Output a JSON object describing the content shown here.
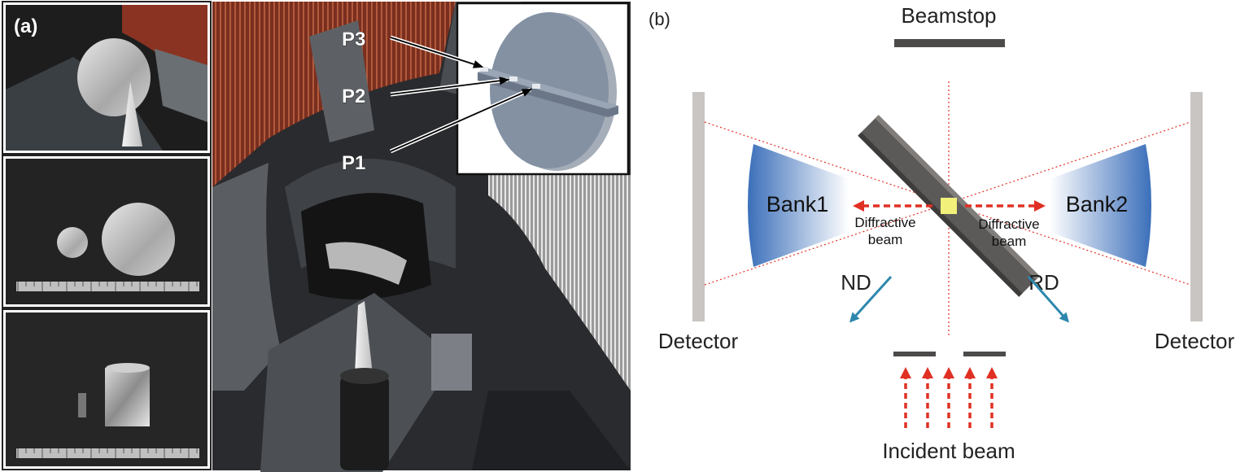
{
  "panel_a": {
    "label": "(a)",
    "callouts": [
      "P3",
      "P2",
      "P1"
    ]
  },
  "panel_b": {
    "label": "(b)",
    "beamstop": "Beamstop",
    "detector_left": "Detector",
    "detector_right": "Detector",
    "bank1": "Bank1",
    "bank2": "Bank2",
    "diffractive_left": [
      "Diffractive",
      "beam"
    ],
    "diffractive_right": [
      "Diffractive",
      "beam"
    ],
    "nd": "ND",
    "rd": "RD",
    "incident": "Incident beam"
  },
  "colors": {
    "bank_blue": "#3f74c0",
    "arrow_red": "#e03024",
    "axis_arrow": "#2d87ad",
    "detector_gray": "#c9c5c2",
    "sample_gray": "#5c5a58",
    "gauge_yellow": "#f0f07a"
  }
}
